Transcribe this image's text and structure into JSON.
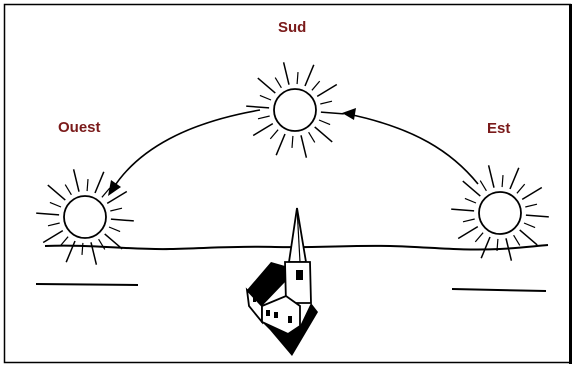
{
  "labels": {
    "south": "Sud",
    "west": "Ouest",
    "east": "Est"
  },
  "colors": {
    "label": "#7a1a1a",
    "ink": "#000000",
    "background": "#ffffff"
  }
}
